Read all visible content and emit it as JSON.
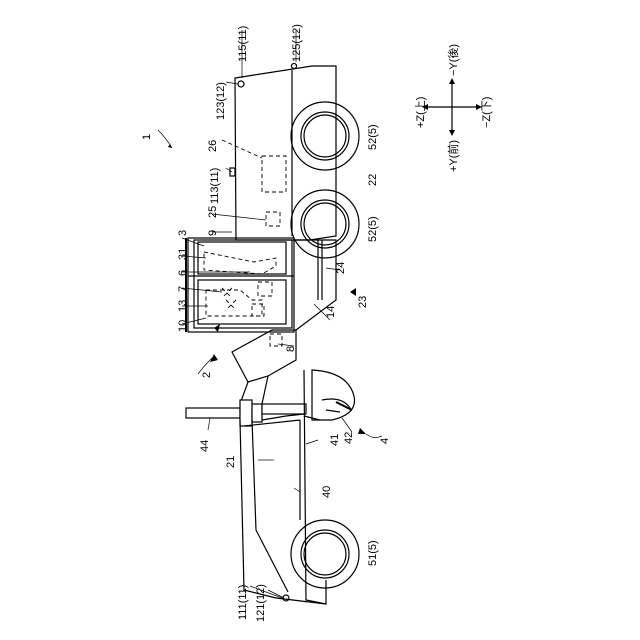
{
  "figure": {
    "overall_ref": "1",
    "axes": {
      "plus_z": "+Z(上)",
      "minus_z": "−Z(下)",
      "plus_y": "+Y(前)",
      "minus_y": "−Y(後)"
    },
    "labels": [
      {
        "id": "l115",
        "text": "115(11)"
      },
      {
        "id": "l125",
        "text": "125(12)"
      },
      {
        "id": "l123",
        "text": "123(12)"
      },
      {
        "id": "l26",
        "text": "26"
      },
      {
        "id": "l113",
        "text": "113(11)"
      },
      {
        "id": "l25",
        "text": "25"
      },
      {
        "id": "l9",
        "text": "9"
      },
      {
        "id": "l3",
        "text": "3"
      },
      {
        "id": "l31",
        "text": "31"
      },
      {
        "id": "l6",
        "text": "6"
      },
      {
        "id": "l7",
        "text": "7"
      },
      {
        "id": "l13",
        "text": "13"
      },
      {
        "id": "l10",
        "text": "10"
      },
      {
        "id": "l2",
        "text": "2"
      },
      {
        "id": "l8",
        "text": "8"
      },
      {
        "id": "l14",
        "text": "14"
      },
      {
        "id": "l23",
        "text": "23"
      },
      {
        "id": "l24",
        "text": "24"
      },
      {
        "id": "l22",
        "text": "22"
      },
      {
        "id": "l52a",
        "text": "52(5)"
      },
      {
        "id": "l52b",
        "text": "52(5)"
      },
      {
        "id": "l44",
        "text": "44"
      },
      {
        "id": "l21",
        "text": "21"
      },
      {
        "id": "l41",
        "text": "41"
      },
      {
        "id": "l42",
        "text": "42"
      },
      {
        "id": "l4",
        "text": "4"
      },
      {
        "id": "l40",
        "text": "40"
      },
      {
        "id": "l51",
        "text": "51(5)"
      },
      {
        "id": "l111",
        "text": "111(11)"
      },
      {
        "id": "l121",
        "text": "121(12)"
      }
    ]
  }
}
